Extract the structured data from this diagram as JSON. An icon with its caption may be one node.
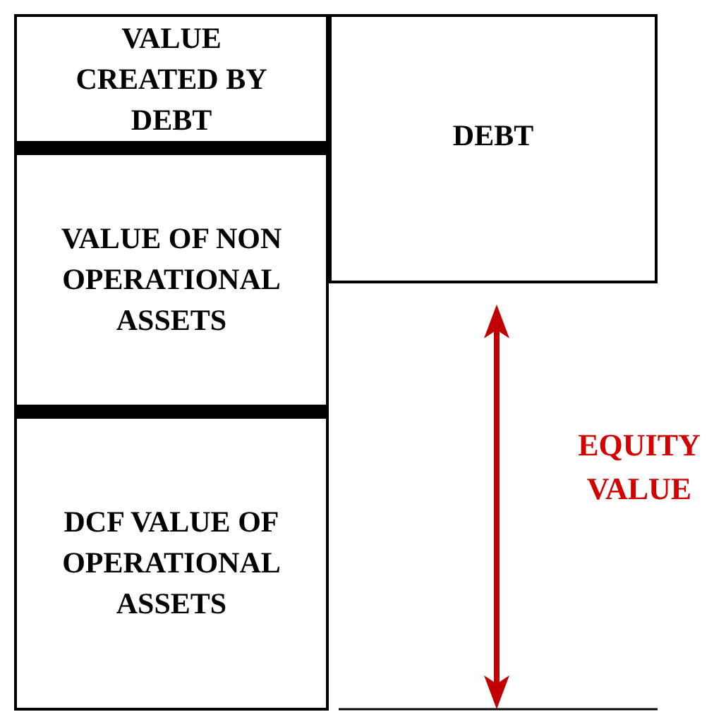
{
  "diagram": {
    "nodes": [
      {
        "text": [
          "VALUE CREATED BY DEBT"
        ]
      },
      {
        "text": [
          "VALUE OF NON OPERATIONAL ASSETS"
        ]
      },
      {
        "text": [
          "DCF VALUE OF OPERATIONAL ASSETS"
        ]
      },
      {
        "text": [
          "DEBT"
        ]
      }
    ],
    "labels": [
      "EQUITY VALUE"
    ]
  }
}
